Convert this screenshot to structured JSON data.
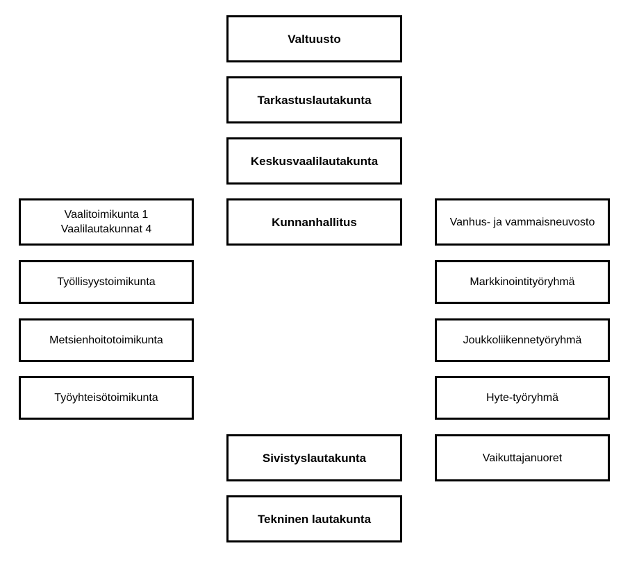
{
  "center": {
    "valtuusto": "Valtuusto",
    "tarkastuslautakunta": "Tarkastuslautakunta",
    "keskusvaalilautakunta": "Keskusvaalilautakunta",
    "kunnanhallitus": "Kunnanhallitus",
    "sivistyslautakunta": "Sivistyslautakunta",
    "tekninen_lautakunta": "Tekninen lautakunta"
  },
  "left": {
    "vaalit_line1": "Vaalitoimikunta 1",
    "vaalit_line2": "Vaalilautakunnat 4",
    "tyollisyys": "Työllisyystoimikunta",
    "metsienhoito": "Metsienhoitotoimikunta",
    "tyoyhteiso": "Työyhteisötoimikunta"
  },
  "right": {
    "vanhus": "Vanhus- ja vammaisneuvosto",
    "markkinointi": "Markkinointityöryhmä",
    "joukkoliikenne": "Joukkoliikennetyöryhmä",
    "hyte": "Hyte-työryhmä",
    "vaikuttajanuoret": "Vaikuttajanuoret"
  }
}
